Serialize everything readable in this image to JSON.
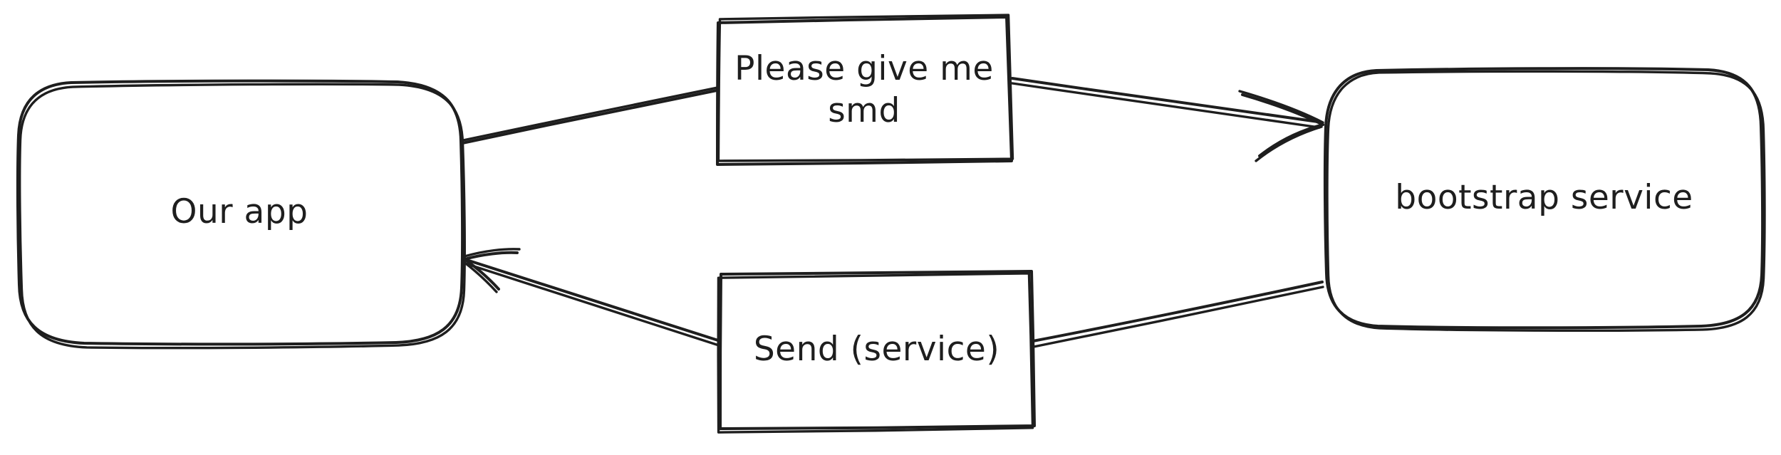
{
  "diagram": {
    "background_color": "#ffffff",
    "stroke_color": "#1e1e1e",
    "text_color": "#1e1e1e",
    "style": "hand-drawn sketch",
    "nodes": [
      {
        "id": "our-app",
        "shape": "rounded-rectangle",
        "label": "Our app"
      },
      {
        "id": "request-message",
        "shape": "rectangle",
        "label": "Please give me smd"
      },
      {
        "id": "bootstrap-service",
        "shape": "rounded-rectangle",
        "label": "bootstrap service"
      },
      {
        "id": "response-message",
        "shape": "rectangle",
        "label": "Send (service)"
      }
    ],
    "edges": [
      {
        "id": "request-edge",
        "from": "Our app",
        "to": "bootstrap service",
        "through": "Please give me smd",
        "arrowhead": "at bootstrap service left edge"
      },
      {
        "id": "response-edge",
        "from": "bootstrap service",
        "to": "Our app",
        "through": "Send (service)",
        "arrowhead": "at Our app right edge"
      }
    ]
  }
}
